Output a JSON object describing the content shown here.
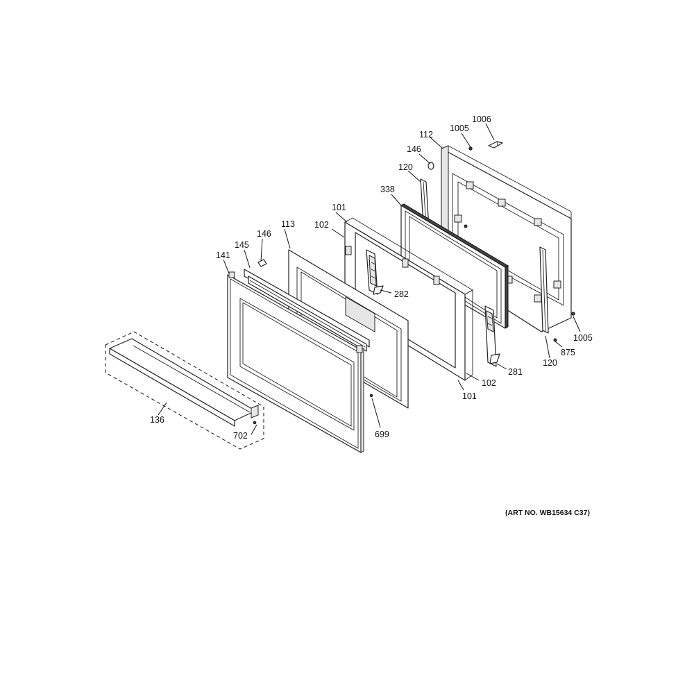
{
  "callouts": {
    "c1006": "1006",
    "c1005_top": "1005",
    "c112": "112",
    "c146_top": "146",
    "c120_top": "120",
    "c338": "338",
    "c101_top": "101",
    "c102_top": "102",
    "c113": "113",
    "c146_left": "146",
    "c145": "145",
    "c141": "141",
    "c282": "282",
    "c1005_right": "1005",
    "c875": "875",
    "c120_bottom": "120",
    "c281": "281",
    "c102_bottom": "102",
    "c101_bottom": "101",
    "c699": "699",
    "c136": "136",
    "c702": "702"
  },
  "art_number": "(ART NO. WB15634 C37)"
}
